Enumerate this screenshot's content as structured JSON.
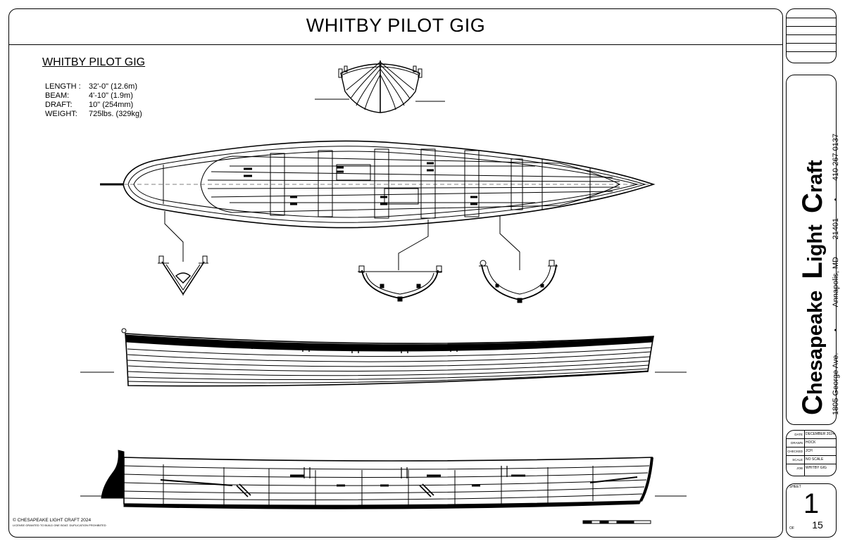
{
  "title": "WHITBY PILOT GIG",
  "specs": {
    "heading": "WHITBY PILOT GIG",
    "items": [
      {
        "label": "LENGTH :",
        "value": "32'-0\" (12.6m)"
      },
      {
        "label": "BEAM:",
        "value": "4'-10\" (1.9m)"
      },
      {
        "label": "DRAFT:",
        "value": "10\" (254mm)"
      },
      {
        "label": "WEIGHT:",
        "value": "725lbs. (329kg)"
      }
    ]
  },
  "copyright": "CHESAPEAKE LIGHT CRAFT 2024",
  "license": "LICENSE GRANTED TO BUILD ONE BOAT. DUPLICATION PROHIBITED",
  "titleblock": {
    "brand_c": "C",
    "brand_1": "hesapeake",
    "brand_l": "L",
    "brand_2": "ight",
    "brand_c2": "C",
    "brand_3": "raft",
    "bullet": "•",
    "address": "1805 George Ave.",
    "city": "Annapolis, MD",
    "zip": "21401",
    "phone": "410 267 0137"
  },
  "info": [
    {
      "key": "DATE",
      "value": "DECEMBER 2024"
    },
    {
      "key": "DRAWN",
      "value": "HOCK"
    },
    {
      "key": "CHECKED",
      "value": "JCH"
    },
    {
      "key": "SCALE",
      "value": "NO SCALE"
    },
    {
      "key": "JOB",
      "value": "WHITBY GIG"
    }
  ],
  "sheet": {
    "label": "SHEET",
    "number": "1",
    "of_label": "OF",
    "total": "15"
  }
}
